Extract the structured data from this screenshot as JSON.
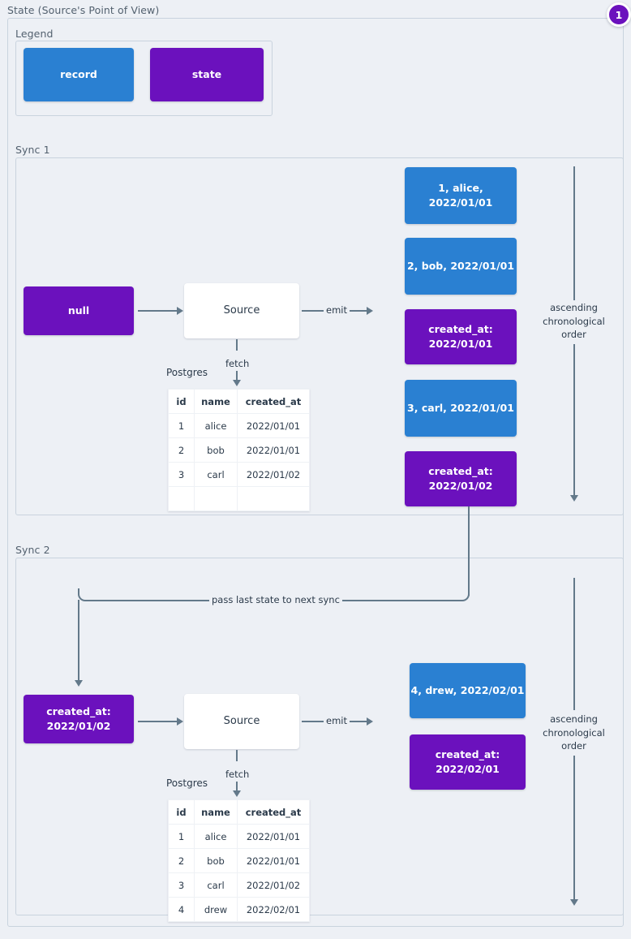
{
  "diagram": {
    "title": "State (Source's Point of View)",
    "badge": "1",
    "colors": {
      "record": "#2a80d2",
      "state": "#6b11bd",
      "background": "#edf0f5",
      "connector": "#63798a",
      "border": "#c9d3de"
    }
  },
  "legend": {
    "title": "Legend",
    "items": [
      {
        "label": "record",
        "kind": "record"
      },
      {
        "label": "state",
        "kind": "state"
      }
    ]
  },
  "sync1": {
    "title": "Sync 1",
    "input_state": "null",
    "source_label": "Source",
    "fetch_label": "fetch",
    "emit_label": "emit",
    "db_label": "Postgres",
    "order_label": "ascending\nchronological\norder",
    "table": {
      "columns": [
        "id",
        "name",
        "created_at"
      ],
      "rows": [
        [
          "1",
          "alice",
          "2022/01/01"
        ],
        [
          "2",
          "bob",
          "2022/01/01"
        ],
        [
          "3",
          "carl",
          "2022/01/02"
        ],
        [
          "",
          "",
          ""
        ]
      ]
    },
    "emitted": [
      {
        "kind": "record",
        "text": "1, alice, 2022/01/01"
      },
      {
        "kind": "record",
        "text": "2, bob, 2022/01/01"
      },
      {
        "kind": "state",
        "text": "created_at:\n2022/01/01"
      },
      {
        "kind": "record",
        "text": "3, carl, 2022/01/01"
      },
      {
        "kind": "state",
        "text": "created_at:\n2022/01/02"
      }
    ]
  },
  "sync2": {
    "title": "Sync 2",
    "input_state": "created_at:\n2022/01/02",
    "source_label": "Source",
    "fetch_label": "fetch",
    "emit_label": "emit",
    "db_label": "Postgres",
    "order_label": "ascending\nchronological\norder",
    "pass_state_label": "pass last state to next sync",
    "table": {
      "columns": [
        "id",
        "name",
        "created_at"
      ],
      "rows": [
        [
          "1",
          "alice",
          "2022/01/01"
        ],
        [
          "2",
          "bob",
          "2022/01/01"
        ],
        [
          "3",
          "carl",
          "2022/01/02"
        ],
        [
          "4",
          "drew",
          "2022/02/01"
        ]
      ]
    },
    "emitted": [
      {
        "kind": "record",
        "text": "4, drew, 2022/02/01"
      },
      {
        "kind": "state",
        "text": "created_at:\n2022/02/01"
      }
    ]
  }
}
